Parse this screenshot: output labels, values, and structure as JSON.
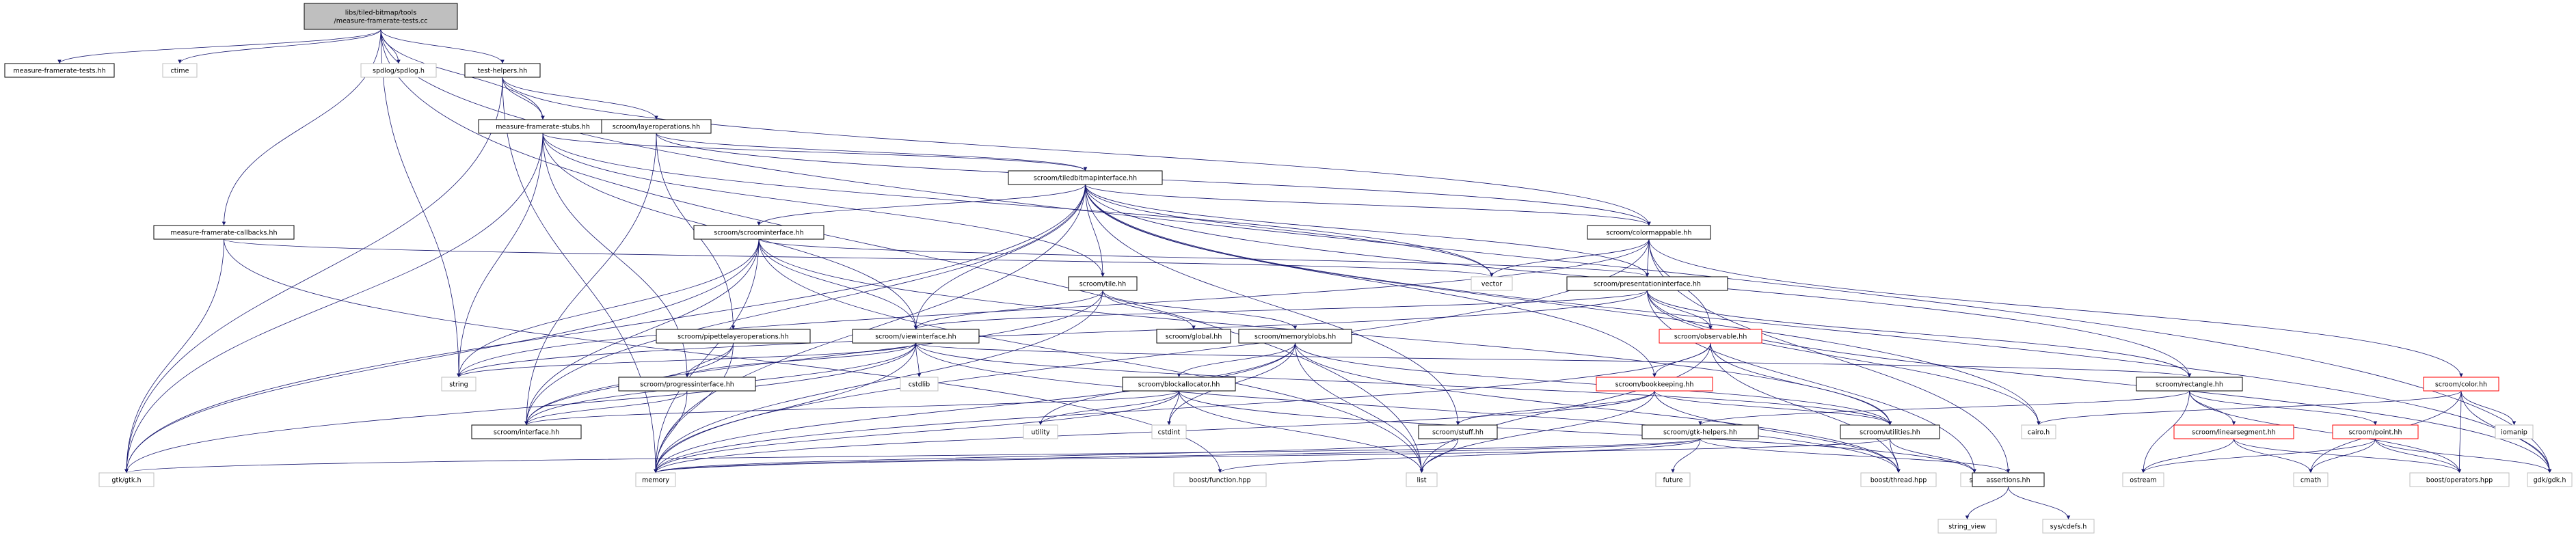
{
  "nodes": [
    {
      "id": "root",
      "label": "libs/tiled-bitmap/tools\n/measure-framerate-tests.cc",
      "style": "root"
    },
    {
      "id": "mft_hh",
      "label": "measure-framerate-tests.hh",
      "style": "normal"
    },
    {
      "id": "ctime",
      "label": "ctime",
      "style": "sys"
    },
    {
      "id": "spdlog",
      "label": "spdlog/spdlog.h",
      "style": "sys"
    },
    {
      "id": "test_helpers",
      "label": "test-helpers.hh",
      "style": "normal"
    },
    {
      "id": "stubs",
      "label": "measure-framerate-stubs.hh",
      "style": "normal"
    },
    {
      "id": "layerops",
      "label": "scroom/layeroperations.hh",
      "style": "normal"
    },
    {
      "id": "callbacks",
      "label": "measure-framerate-callbacks.hh",
      "style": "normal"
    },
    {
      "id": "tbi",
      "label": "scroom/tiledbitmapinterface.hh",
      "style": "normal"
    },
    {
      "id": "scroomif",
      "label": "scroom/scroominterface.hh",
      "style": "normal"
    },
    {
      "id": "colormap",
      "label": "scroom/colormappable.hh",
      "style": "normal"
    },
    {
      "id": "tile",
      "label": "scroom/tile.hh",
      "style": "normal"
    },
    {
      "id": "presif",
      "label": "scroom/presentationinterface.hh",
      "style": "normal"
    },
    {
      "id": "vector",
      "label": "vector",
      "style": "sys"
    },
    {
      "id": "pipette",
      "label": "scroom/pipettelayeroperations.hh",
      "style": "normal"
    },
    {
      "id": "viewif",
      "label": "scroom/viewinterface.hh",
      "style": "normal"
    },
    {
      "id": "global",
      "label": "scroom/global.hh",
      "style": "normal"
    },
    {
      "id": "memblobs",
      "label": "scroom/memoryblobs.hh",
      "style": "normal"
    },
    {
      "id": "observable",
      "label": "scroom/observable.hh",
      "style": "red"
    },
    {
      "id": "string",
      "label": "string",
      "style": "sys"
    },
    {
      "id": "cstdlib",
      "label": "cstdlib",
      "style": "sys"
    },
    {
      "id": "progress",
      "label": "scroom/progressinterface.hh",
      "style": "normal"
    },
    {
      "id": "blockalloc",
      "label": "scroom/blockallocator.hh",
      "style": "normal"
    },
    {
      "id": "bookkeeping",
      "label": "scroom/bookkeeping.hh",
      "style": "red"
    },
    {
      "id": "rectangle",
      "label": "scroom/rectangle.hh",
      "style": "normal"
    },
    {
      "id": "color",
      "label": "scroom/color.hh",
      "style": "red"
    },
    {
      "id": "interface",
      "label": "scroom/interface.hh",
      "style": "normal"
    },
    {
      "id": "utility",
      "label": "utility",
      "style": "sys"
    },
    {
      "id": "cstdint",
      "label": "cstdint",
      "style": "sys"
    },
    {
      "id": "utilities",
      "label": "scroom/utilities.hh",
      "style": "normal"
    },
    {
      "id": "cairo",
      "label": "cairo.h",
      "style": "sys"
    },
    {
      "id": "linseg",
      "label": "scroom/linearsegment.hh",
      "style": "red"
    },
    {
      "id": "point",
      "label": "scroom/point.hh",
      "style": "red"
    },
    {
      "id": "iomanip",
      "label": "iomanip",
      "style": "sys"
    },
    {
      "id": "gtkhelpers",
      "label": "scroom/gtk-helpers.hh",
      "style": "normal"
    },
    {
      "id": "stuff",
      "label": "scroom/stuff.hh",
      "style": "normal"
    },
    {
      "id": "gtkgtk",
      "label": "gtk/gtk.h",
      "style": "sys"
    },
    {
      "id": "memory",
      "label": "memory",
      "style": "sys"
    },
    {
      "id": "boostfn",
      "label": "boost/function.hpp",
      "style": "sys"
    },
    {
      "id": "list",
      "label": "list",
      "style": "sys"
    },
    {
      "id": "future",
      "label": "future",
      "style": "sys"
    },
    {
      "id": "boostthread",
      "label": "boost/thread.hpp",
      "style": "sys"
    },
    {
      "id": "set",
      "label": "set",
      "style": "sys"
    },
    {
      "id": "assertions",
      "label": "assertions.hh",
      "style": "normal"
    },
    {
      "id": "ostream",
      "label": "ostream",
      "style": "sys"
    },
    {
      "id": "cmath",
      "label": "cmath",
      "style": "sys"
    },
    {
      "id": "boostops",
      "label": "boost/operators.hpp",
      "style": "sys"
    },
    {
      "id": "gdkgdk",
      "label": "gdk/gdk.h",
      "style": "sys"
    },
    {
      "id": "stringview",
      "label": "string_view",
      "style": "sys"
    },
    {
      "id": "syscdefs",
      "label": "sys/cdefs.h",
      "style": "sys"
    }
  ],
  "edges": [
    [
      "root",
      "mft_hh"
    ],
    [
      "root",
      "ctime"
    ],
    [
      "root",
      "spdlog"
    ],
    [
      "root",
      "test_helpers"
    ],
    [
      "root",
      "stubs"
    ],
    [
      "root",
      "callbacks"
    ],
    [
      "root",
      "string"
    ],
    [
      "root",
      "gdkgdk"
    ],
    [
      "root",
      "list"
    ],
    [
      "test_helpers",
      "stubs"
    ],
    [
      "test_helpers",
      "layerops"
    ],
    [
      "test_helpers",
      "colormap"
    ],
    [
      "test_helpers",
      "gtkgtk"
    ],
    [
      "test_helpers",
      "memory"
    ],
    [
      "stubs",
      "tbi"
    ],
    [
      "stubs",
      "viewif"
    ],
    [
      "stubs",
      "progress"
    ],
    [
      "stubs",
      "tile"
    ],
    [
      "stubs",
      "string"
    ],
    [
      "stubs",
      "gtkgtk"
    ],
    [
      "stubs",
      "vector"
    ],
    [
      "layerops",
      "tbi"
    ],
    [
      "layerops",
      "pipette"
    ],
    [
      "layerops",
      "colormap"
    ],
    [
      "layerops",
      "interface"
    ],
    [
      "callbacks",
      "gtkgtk"
    ],
    [
      "callbacks",
      "boostfn"
    ],
    [
      "callbacks",
      "vector"
    ],
    [
      "tbi",
      "scroomif"
    ],
    [
      "tbi",
      "colormap"
    ],
    [
      "tbi",
      "tile"
    ],
    [
      "tbi",
      "presif"
    ],
    [
      "tbi",
      "viewif"
    ],
    [
      "tbi",
      "vector"
    ],
    [
      "tbi",
      "stuff"
    ],
    [
      "tbi",
      "rectangle"
    ],
    [
      "tbi",
      "gdkgdk"
    ],
    [
      "tbi",
      "cairo"
    ],
    [
      "tbi",
      "gtkgtk"
    ],
    [
      "tbi",
      "memory"
    ],
    [
      "tbi",
      "interface"
    ],
    [
      "tbi",
      "bookkeeping"
    ],
    [
      "scroomif",
      "presif"
    ],
    [
      "scroomif",
      "viewif"
    ],
    [
      "scroomif",
      "string"
    ],
    [
      "scroomif",
      "interface"
    ],
    [
      "scroomif",
      "gtkgtk"
    ],
    [
      "scroomif",
      "list"
    ],
    [
      "scroomif",
      "memory"
    ],
    [
      "scroomif",
      "utilities"
    ],
    [
      "colormap",
      "presif"
    ],
    [
      "colormap",
      "observable"
    ],
    [
      "colormap",
      "color"
    ],
    [
      "colormap",
      "vector"
    ],
    [
      "colormap",
      "string"
    ],
    [
      "colormap",
      "memory"
    ],
    [
      "colormap",
      "assertions"
    ],
    [
      "tile",
      "memblobs"
    ],
    [
      "tile",
      "global"
    ],
    [
      "tile",
      "viewif"
    ],
    [
      "tile",
      "memory"
    ],
    [
      "tile",
      "interface"
    ],
    [
      "presif",
      "viewif"
    ],
    [
      "presif",
      "observable"
    ],
    [
      "presif",
      "rectangle"
    ],
    [
      "presif",
      "cairo"
    ],
    [
      "presif",
      "set"
    ],
    [
      "presif",
      "string"
    ],
    [
      "presif",
      "gdkgdk"
    ],
    [
      "pipette",
      "progress"
    ],
    [
      "pipette",
      "interface"
    ],
    [
      "pipette",
      "memory"
    ],
    [
      "viewif",
      "progress"
    ],
    [
      "viewif",
      "interface"
    ],
    [
      "viewif",
      "cstdlib"
    ],
    [
      "viewif",
      "string"
    ],
    [
      "viewif",
      "rectangle"
    ],
    [
      "viewif",
      "memory"
    ],
    [
      "viewif",
      "gtkgtk"
    ],
    [
      "viewif",
      "utilities"
    ],
    [
      "viewif",
      "boostthread"
    ],
    [
      "memblobs",
      "blockalloc"
    ],
    [
      "memblobs",
      "utility"
    ],
    [
      "memblobs",
      "cstdint"
    ],
    [
      "memblobs",
      "list"
    ],
    [
      "memblobs",
      "memory"
    ],
    [
      "memblobs",
      "utilities"
    ],
    [
      "memblobs",
      "boostthread"
    ],
    [
      "observable",
      "bookkeeping"
    ],
    [
      "observable",
      "list"
    ],
    [
      "observable",
      "memory"
    ],
    [
      "observable",
      "utilities"
    ],
    [
      "observable",
      "boostthread"
    ],
    [
      "progress",
      "interface"
    ],
    [
      "progress",
      "memory"
    ],
    [
      "blockalloc",
      "interface"
    ],
    [
      "blockalloc",
      "utility"
    ],
    [
      "blockalloc",
      "cstdint"
    ],
    [
      "blockalloc",
      "list"
    ],
    [
      "blockalloc",
      "memory"
    ],
    [
      "blockalloc",
      "set"
    ],
    [
      "bookkeeping",
      "stuff"
    ],
    [
      "bookkeeping",
      "utilities"
    ],
    [
      "bookkeeping",
      "memory"
    ],
    [
      "bookkeeping",
      "list"
    ],
    [
      "bookkeeping",
      "boostthread"
    ],
    [
      "rectangle",
      "linseg"
    ],
    [
      "rectangle",
      "point"
    ],
    [
      "rectangle",
      "ostream"
    ],
    [
      "rectangle",
      "boostops"
    ],
    [
      "rectangle",
      "gtkhelpers"
    ],
    [
      "color",
      "cairo"
    ],
    [
      "color",
      "iomanip"
    ],
    [
      "color",
      "cmath"
    ],
    [
      "color",
      "gdkgdk"
    ],
    [
      "color",
      "boostops"
    ],
    [
      "linseg",
      "ostream"
    ],
    [
      "linseg",
      "cmath"
    ],
    [
      "linseg",
      "boostops"
    ],
    [
      "point",
      "ostream"
    ],
    [
      "point",
      "cmath"
    ],
    [
      "point",
      "gdkgdk"
    ],
    [
      "point",
      "boostops"
    ],
    [
      "gtkhelpers",
      "gtkgtk"
    ],
    [
      "gtkhelpers",
      "future"
    ],
    [
      "gtkhelpers",
      "boostfn"
    ],
    [
      "gtkhelpers",
      "assertions"
    ],
    [
      "gtkhelpers",
      "memory"
    ],
    [
      "stuff",
      "memory"
    ],
    [
      "stuff",
      "list"
    ],
    [
      "utilities",
      "boostthread"
    ],
    [
      "utilities",
      "set"
    ],
    [
      "utilities",
      "memory"
    ],
    [
      "assertions",
      "stringview"
    ],
    [
      "assertions",
      "syscdefs"
    ]
  ],
  "colors": {
    "edge": "#191970",
    "node_border": "#000000",
    "red_border": "#ff0000",
    "sys_border": "#bfbfbf",
    "root_fill": "#bfbfbf",
    "fill": "#ffffff",
    "text": "#000000"
  }
}
